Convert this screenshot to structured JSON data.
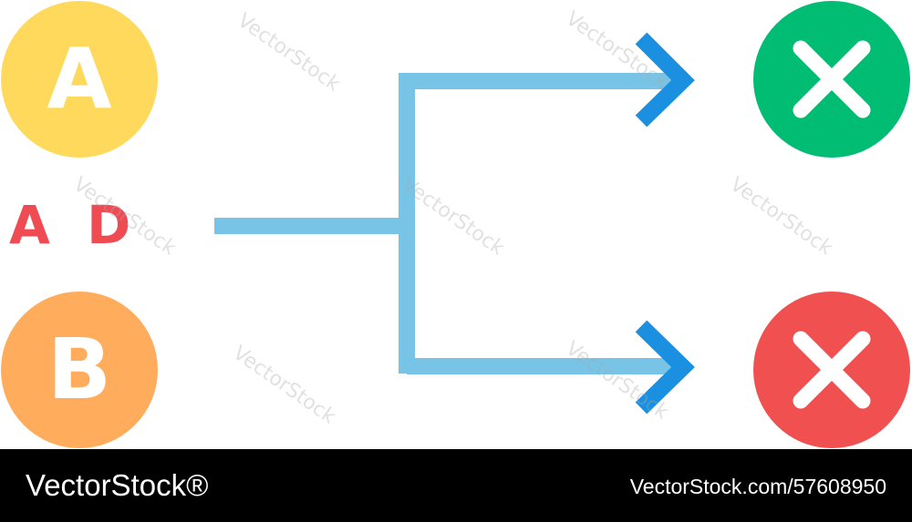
{
  "diagram": {
    "node_a": {
      "letter": "A",
      "color": "#FFD95C"
    },
    "node_b": {
      "letter": "B",
      "color": "#FFAD5C"
    },
    "label": {
      "text": "A D",
      "color": "#EE4B53"
    },
    "connector_color": "#77C4E6",
    "arrowhead_color": "#1B8FE0",
    "result_top": {
      "icon": "close-icon",
      "color": "#00BD73"
    },
    "result_bottom": {
      "icon": "close-icon",
      "color": "#F05050"
    },
    "watermark": "VectorStock"
  },
  "footer": {
    "brand": "VectorStock®",
    "url": "VectorStock.com/57608950"
  }
}
